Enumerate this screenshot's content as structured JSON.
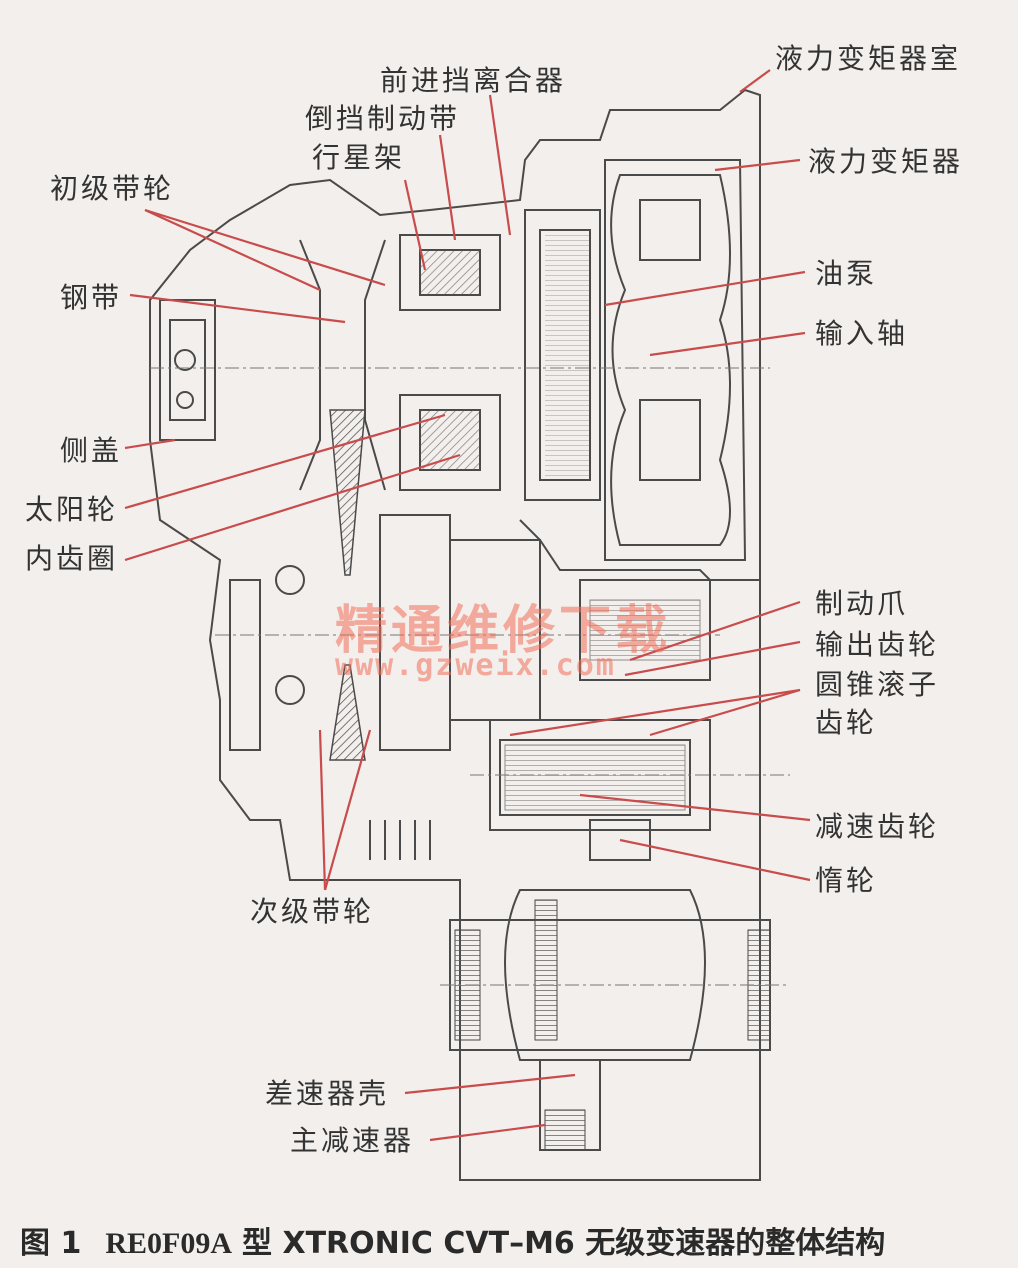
{
  "labels": {
    "torque_converter_housing": "液力变矩器室",
    "forward_clutch": "前进挡离合器",
    "reverse_brake": "倒挡制动带",
    "planet_carrier": "行星架",
    "primary_pulley": "初级带轮",
    "torque_converter": "液力变矩器",
    "steel_belt": "钢带",
    "oil_pump": "油泵",
    "input_shaft": "输入轴",
    "side_cover": "侧盖",
    "sun_gear": "太阳轮",
    "ring_gear": "内齿圈",
    "parking_pawl": "制动爪",
    "output_gear": "输出齿轮",
    "taper_roller_gear_line1": "圆锥滚子",
    "taper_roller_gear_line2": "齿轮",
    "reduction_gear": "减速齿轮",
    "idler_gear": "惰轮",
    "secondary_pulley": "次级带轮",
    "differential_case": "差速器壳",
    "final_drive": "主减速器"
  },
  "watermark": {
    "text": "精通维修下载",
    "url": "www.gzweix.com"
  },
  "caption": {
    "number": "图 1",
    "model": "RE0F09A",
    "text": "型 XTRONIC CVT–M6 无级变速器的整体结构"
  },
  "colors": {
    "background": "#f3efec",
    "line": "#4a4a4a",
    "leader": "#c94c4c",
    "watermark": "#f06e5a"
  }
}
